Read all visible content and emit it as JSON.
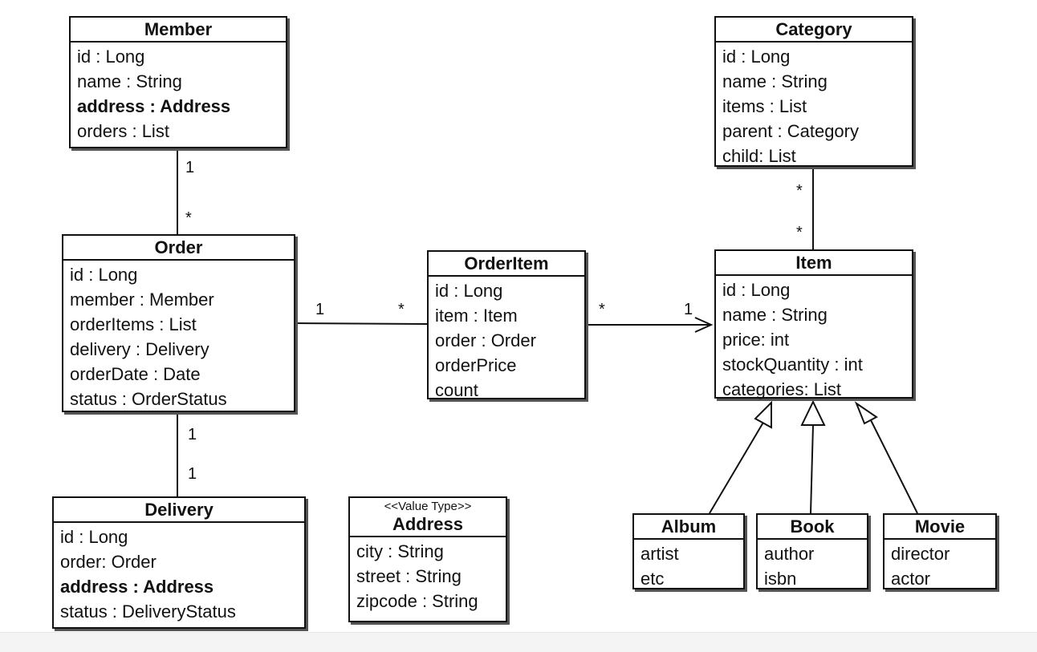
{
  "classes": {
    "member": {
      "title": "Member",
      "attrs": [
        "id : Long",
        "name : String",
        "address : Address",
        "orders : List"
      ]
    },
    "order": {
      "title": "Order",
      "attrs": [
        "id : Long",
        "member : Member",
        "orderItems : List",
        "delivery : Delivery",
        "orderDate : Date",
        "status : OrderStatus"
      ]
    },
    "delivery": {
      "title": "Delivery",
      "attrs": [
        "id : Long",
        "order: Order",
        "address : Address",
        "status : DeliveryStatus"
      ]
    },
    "address": {
      "stereotype": "<<Value Type>>",
      "title": "Address",
      "attrs": [
        "city : String",
        "street : String",
        "zipcode : String"
      ]
    },
    "orderitem": {
      "title": "OrderItem",
      "attrs": [
        "id : Long",
        "item : Item",
        "order : Order",
        "orderPrice",
        "count"
      ]
    },
    "category": {
      "title": "Category",
      "attrs": [
        "id : Long",
        "name : String",
        "items : List",
        "parent : Category",
        "child: List"
      ]
    },
    "item": {
      "title": "Item",
      "attrs": [
        "id : Long",
        "name : String",
        "price: int",
        "stockQuantity : int",
        "categories: List"
      ]
    },
    "album": {
      "title": "Album",
      "attrs": [
        "artist",
        "etc"
      ]
    },
    "book": {
      "title": "Book",
      "attrs": [
        "author",
        "isbn"
      ]
    },
    "movie": {
      "title": "Movie",
      "attrs": [
        "director",
        "actor"
      ]
    }
  },
  "multiplicities": {
    "member_order_member_end": "1",
    "member_order_order_end": "*",
    "order_delivery_order_end": "1",
    "order_delivery_delivery_end": "1",
    "order_orderitem_order_end": "1",
    "order_orderitem_orderitem_end": "*",
    "orderitem_item_orderitem_end": "*",
    "orderitem_item_item_end": "1",
    "category_item_category_end": "*",
    "category_item_item_end": "*"
  }
}
